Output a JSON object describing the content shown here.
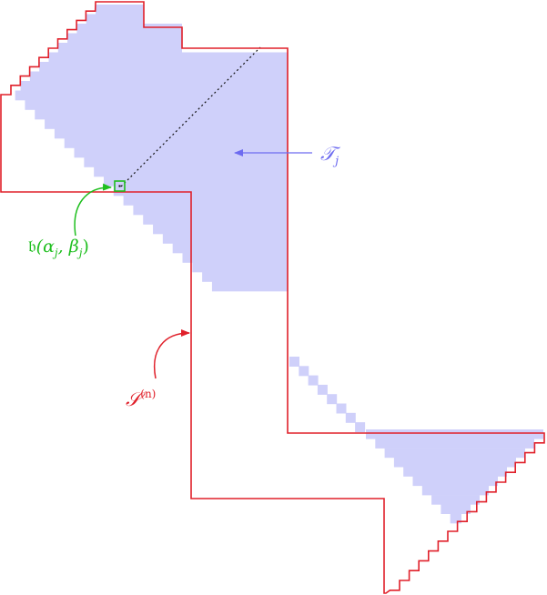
{
  "figure": {
    "labels": {
      "tj": "𝒯",
      "tj_sub": "j",
      "b_fn": "𝔟",
      "b_args_open": "(α",
      "b_sub1": "j",
      "b_mid": ", β",
      "b_sub2": "j",
      "b_close": ")",
      "sn": "𝒮",
      "sn_sup": "(n)"
    },
    "colors": {
      "region_fill": "#cfd0fa",
      "boundary": "#e0202a",
      "tj_arrow": "#6d6bf0",
      "b_marker": "#1fbf1f",
      "dotted_line": "#111111"
    }
  }
}
